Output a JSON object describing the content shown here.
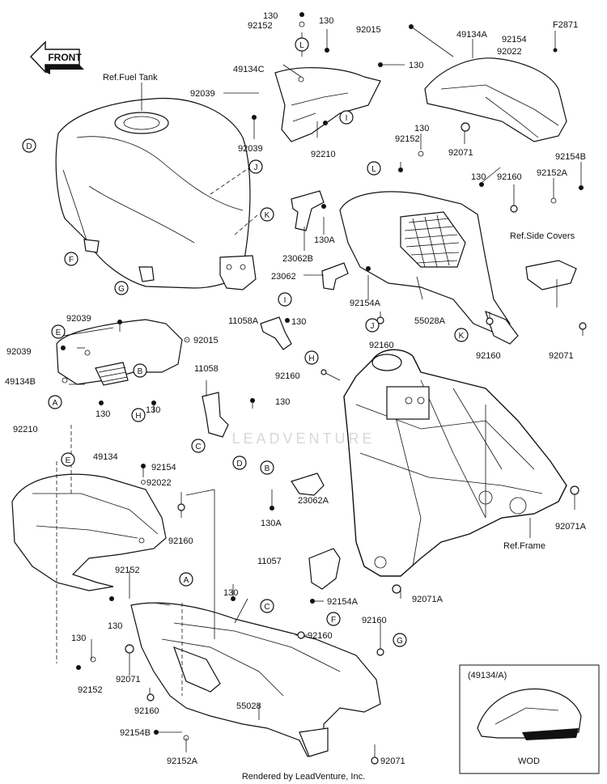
{
  "front_label": "FRONT",
  "credit": "Rendered by LeadVenture, Inc.",
  "watermark": "LEADVENTURE",
  "inset": {
    "part_label": "(49134/A)",
    "variant": "WOD"
  },
  "refs": {
    "fuel_tank": "Ref.Fuel Tank",
    "side_covers": "Ref.Side Covers",
    "frame": "Ref.Frame"
  },
  "callouts": {
    "A": "A",
    "B": "B",
    "C": "C",
    "D": "D",
    "E": "E",
    "F": "F",
    "G": "G",
    "H": "H",
    "I": "I",
    "J": "J",
    "K": "K",
    "L": "L"
  },
  "part_numbers": {
    "p130": "130",
    "p130A": "130A",
    "p92152": "92152",
    "p92152A": "92152A",
    "p92015": "92015",
    "p49134A": "49134A",
    "p49134": "49134",
    "p49134B": "49134B",
    "p49134C": "49134C",
    "pF2871": "F2871",
    "p92154": "92154",
    "p92154A": "92154A",
    "p92154B": "92154B",
    "p92022": "92022",
    "p92039": "92039",
    "p92210": "92210",
    "p92071": "92071",
    "p92071A": "92071A",
    "p92160": "92160",
    "p23062": "23062",
    "p23062A": "23062A",
    "p23062B": "23062B",
    "p55028": "55028",
    "p55028A": "55028A",
    "p11058": "11058",
    "p11058A": "11058A",
    "p11057": "11057"
  }
}
